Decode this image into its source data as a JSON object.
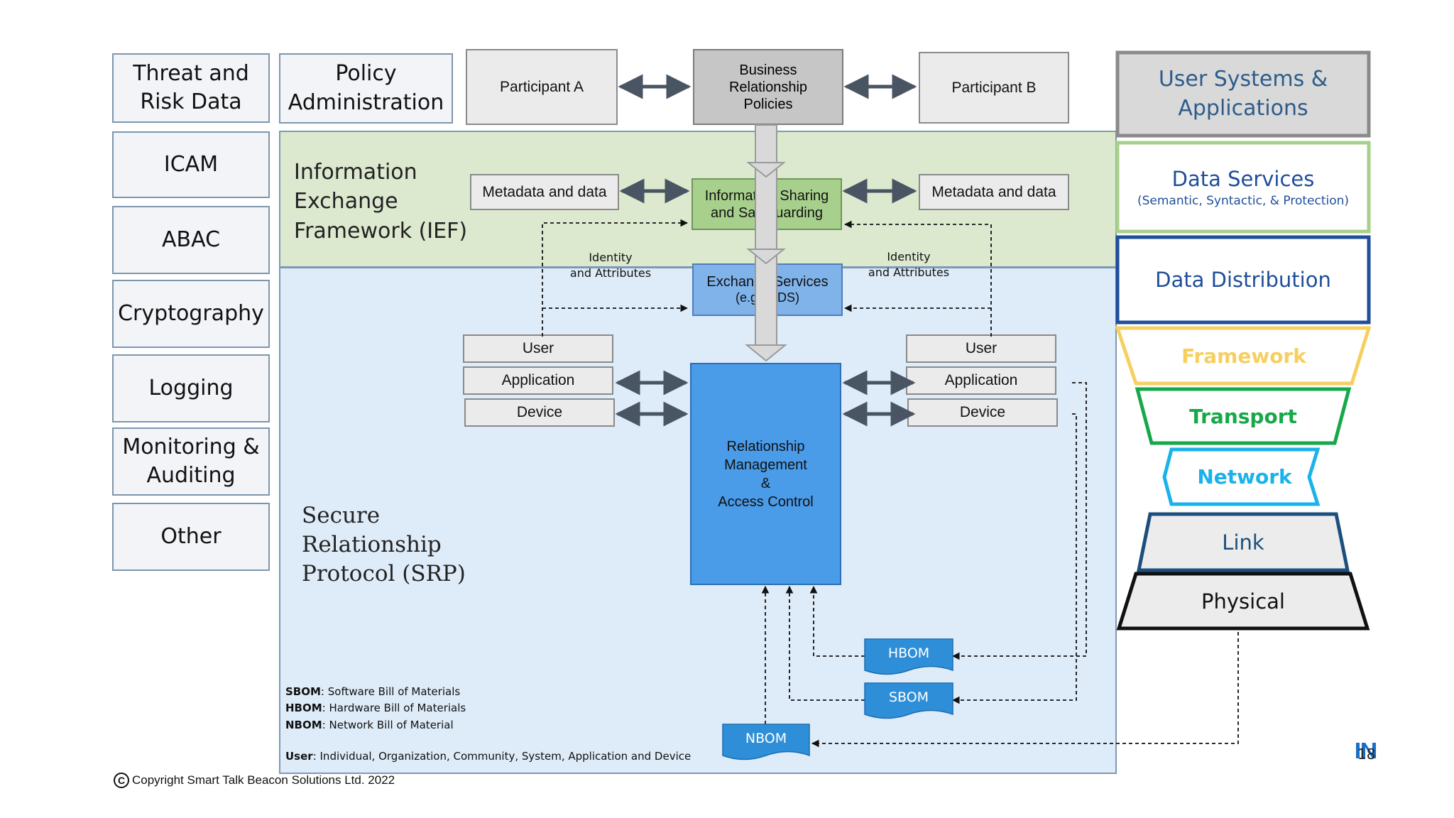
{
  "left_column": [
    {
      "name": "threat-and-risk-data",
      "label": "Threat and\nRisk Data"
    },
    {
      "name": "icam",
      "label": "ICAM"
    },
    {
      "name": "abac",
      "label": "ABAC"
    },
    {
      "name": "cryptography",
      "label": "Cryptography"
    },
    {
      "name": "logging",
      "label": "Logging"
    },
    {
      "name": "monitoring-auditing",
      "label": "Monitoring &\nAuditing"
    },
    {
      "name": "other",
      "label": "Other"
    }
  ],
  "policy_admin": "Policy\nAdministration",
  "participant_a": "Participant A",
  "participant_b": "Participant B",
  "business_policies": "Business\nRelationship\nPolicies",
  "ief": {
    "title": "Information\nExchange\nFramework (IEF)",
    "metadata_left": "Metadata and data",
    "metadata_right": "Metadata and data",
    "info_sharing": "Information Sharing\nand Safeguarding"
  },
  "identity_left": "Identity\nand Attributes",
  "identity_right": "Identity\nand Attributes",
  "exchange_services": {
    "title": "Exchange Services",
    "sub": "(e.g., DDS)"
  },
  "left_stack": [
    "User",
    "Application",
    "Device"
  ],
  "right_stack": [
    "User",
    "Application",
    "Device"
  ],
  "rel_mgmt": "Relationship\nManagement\n&\nAccess Control",
  "srp_title": "Secure\nRelationship\nProtocol (SRP)",
  "boms": {
    "hbom": "HBOM",
    "sbom": "SBOM",
    "nbom": "NBOM"
  },
  "legend": [
    {
      "abbr": "SBOM",
      "text": ": Software Bill of Materials"
    },
    {
      "abbr": "HBOM",
      "text": ": Hardware Bill of Materials"
    },
    {
      "abbr": "NBOM",
      "text": ": Network  Bill of Material"
    }
  ],
  "user_legend": {
    "abbr": "User",
    "text": ": Individual, Organization, Community, System, Application and Device"
  },
  "stack": {
    "user_systems": "User Systems &\nApplications",
    "data_services": "Data Services",
    "data_services_sub": "(Semantic, Syntactic, & Protection)",
    "data_distribution": "Data Distribution",
    "framework": "Framework",
    "transport": "Transport",
    "network": "Network",
    "link": "Link",
    "physical": "Physical"
  },
  "copyright": "Copyright Smart Talk Beacon Solutions Ltd. 2022",
  "copyright_symbol": "C",
  "page_number": "18",
  "colors": {
    "ief_green": "#dce9cf",
    "srp_blue": "#deebf8",
    "info_sharing": "#a8d08d",
    "exchange": "#7fb3ea",
    "rel_mgmt": "#4a9be8",
    "bom_blue": "#2e8fd8",
    "framework_yellow": "#f5d060",
    "transport_green": "#17a84a",
    "network_cyan": "#1ab2ea",
    "link_navy": "#1c4f7e",
    "data_dist_blue": "#1f4e9a"
  }
}
